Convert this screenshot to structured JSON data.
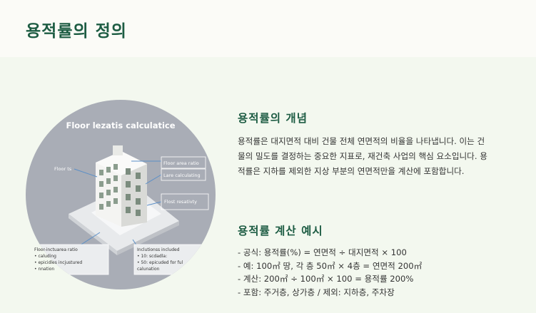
{
  "title": "용적률의 정의",
  "illustration": {
    "heading": "Floor lezatis calculatice",
    "label_floor": "Floor ts",
    "label_ratio": "Floor area ratio",
    "label_calc": "Lare calculating",
    "label_flost": "Flost resativty",
    "box_left": [
      "Floor-inctuarea ratio",
      "• caluding",
      "• epicidles incjustured",
      "• nnation"
    ],
    "box_right": [
      "Inclutionss included",
      "• 10: scdadla:",
      "• 50: epicuded for ful",
      "  calunation"
    ]
  },
  "concept": {
    "heading": "용적률의 개념",
    "lines": [
      "용적률은 대지면적 대비 건물 전체 연면적의 비율을 나타냅니다. 이는 건",
      "물의 밀도를 결정하는 중요한 지표로, 재건축 사업의 핵심 요소입니다. 용",
      "적률은 지하를 제외한 지상 부분의 연면적만을 계산에 포함합니다."
    ]
  },
  "example": {
    "heading": "용적률 계산 예시",
    "items": [
      "- 공식: 용적률(%) = 연면적 ÷ 대지면적 × 100",
      "- 예: 100㎡ 땅, 각 층 50㎡ × 4층 = 연면적 200㎡",
      "- 계산: 200㎡ ÷ 100㎡ × 100 = 용적률 200%",
      "- 포함: 주거층, 상가층 / 제외: 지하층, 주차장"
    ]
  },
  "colors": {
    "accent": "#1d5c43",
    "background": "#f3f8ef",
    "header": "#fbfbf7"
  }
}
